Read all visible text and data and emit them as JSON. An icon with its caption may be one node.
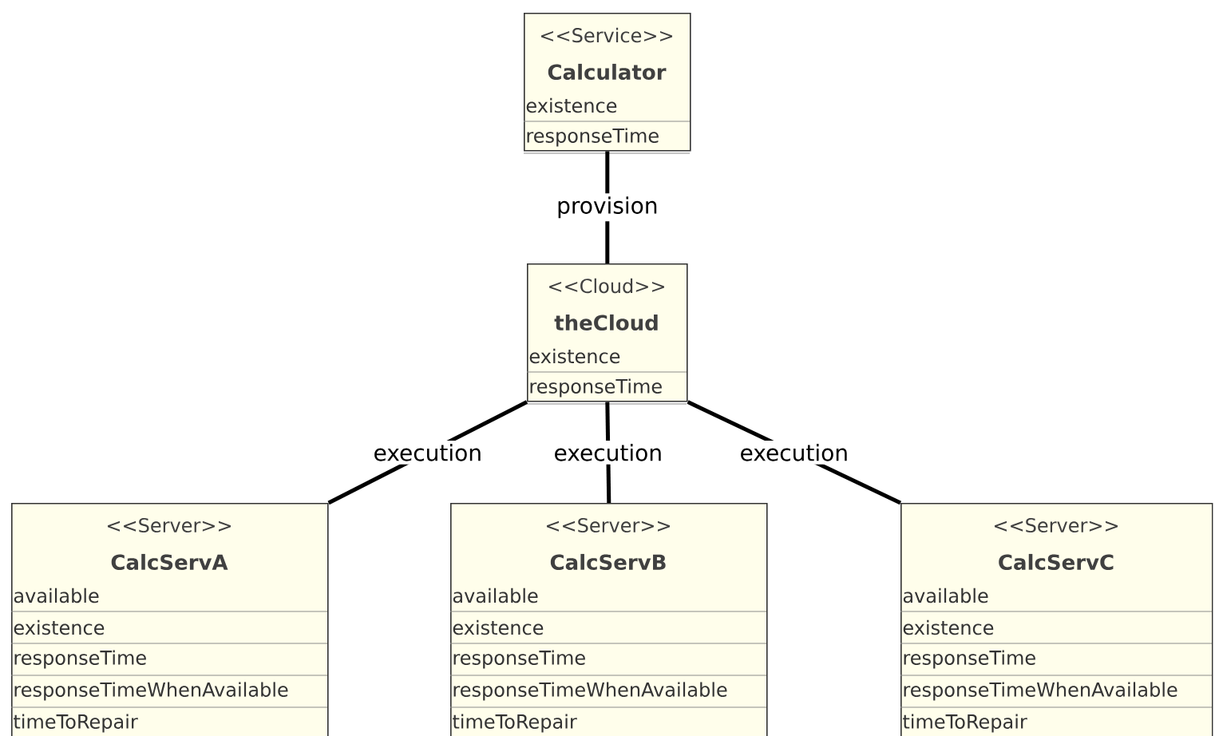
{
  "diagram": {
    "nodes": [
      {
        "text": [
          "<<Service>>",
          "Calculator",
          "existence",
          "responseTime"
        ]
      },
      {
        "text": [
          "<<Cloud>>",
          "theCloud",
          "existence",
          "responseTime"
        ]
      },
      {
        "text": [
          "<<Server>>",
          "CalcServA",
          "available",
          "existence",
          "responseTime",
          "responseTimeWhenAvailable",
          "timeToRepair"
        ]
      },
      {
        "text": [
          "<<Server>>",
          "CalcServB",
          "available",
          "existence",
          "responseTime",
          "responseTimeWhenAvailable",
          "timeToRepair"
        ]
      },
      {
        "text": [
          "<<Server>>",
          "CalcServC",
          "available",
          "existence",
          "responseTime",
          "responseTimeWhenAvailable",
          "timeToRepair"
        ]
      }
    ],
    "edges": [
      {
        "from": 0,
        "to": 1,
        "arrow": "none",
        "label": "provision"
      },
      {
        "from": 1,
        "to": 2,
        "arrow": "none",
        "label": "execution"
      },
      {
        "from": 1,
        "to": 3,
        "arrow": "none",
        "label": "execution"
      },
      {
        "from": 1,
        "to": 4,
        "arrow": "none",
        "label": "execution"
      }
    ]
  }
}
